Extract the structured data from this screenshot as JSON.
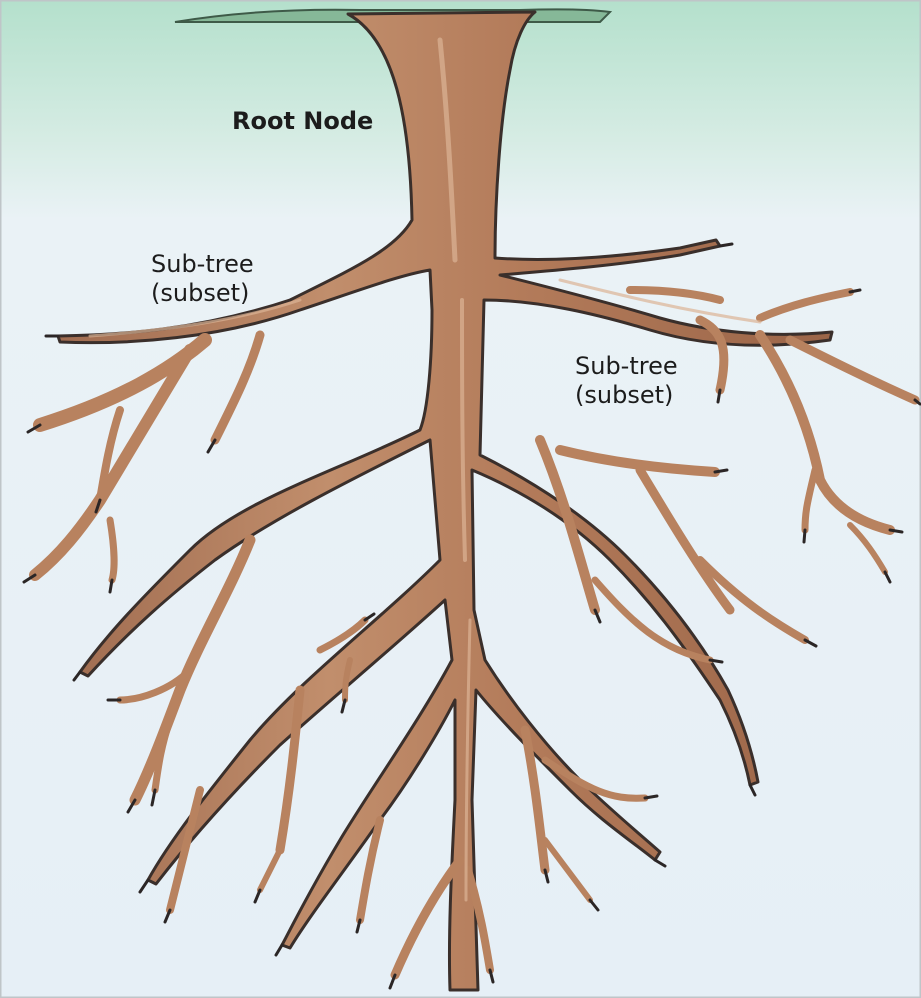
{
  "labels": {
    "root": "Root Node",
    "subtree_left": {
      "line1": "Sub-tree",
      "line2": "(subset)"
    },
    "subtree_right": {
      "line1": "Sub-tree",
      "line2": "(subset)"
    }
  },
  "colors": {
    "sky_top": "#b9e3d1",
    "sky_bottom": "#e8f1f6",
    "trunk": "#b27c5c",
    "trunk_highlight": "#d9b090",
    "outline": "#2f2a28",
    "foliage": "#7fb08f"
  }
}
